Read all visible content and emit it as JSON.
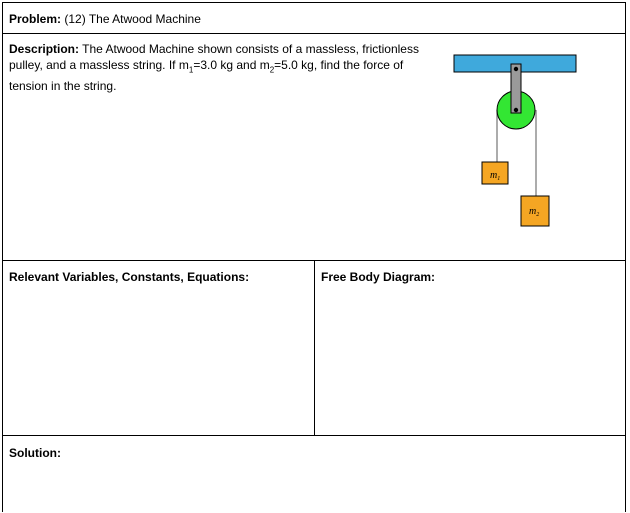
{
  "problem": {
    "label": "Problem:",
    "text": "(12) The Atwood Machine"
  },
  "description": {
    "label": "Description:",
    "text_1": "The Atwood Machine shown consists of a massless, frictionless",
    "text_2a": "pulley, and a massless string.  If m",
    "m1_sub": "1",
    "text_2b": "=3.0 kg and m",
    "m2_sub": "2",
    "text_2c": "=5.0 kg, find the force of",
    "text_3": "tension in the string."
  },
  "diagram": {
    "mass1_label": "m",
    "mass1_sub": "1",
    "mass2_label": "m",
    "mass2_sub": "2",
    "colors": {
      "ceiling": "#3fa9dc",
      "pulley": "#33e633",
      "mass": "#f5a623",
      "rod": "#9a9a9a",
      "string": "#808080"
    }
  },
  "sections": {
    "relevant": "Relevant Variables, Constants, Equations:",
    "fbd": "Free Body Diagram:",
    "solution": "Solution:"
  }
}
